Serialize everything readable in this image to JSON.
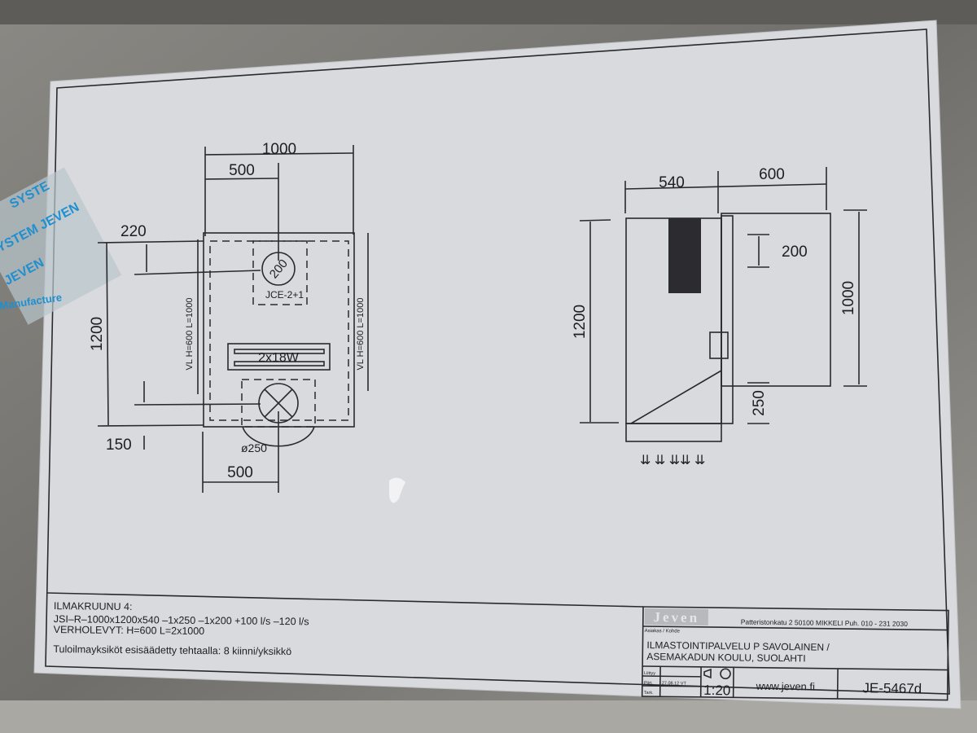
{
  "tape_label": {
    "lines": [
      "SYSTE",
      "SYSTEM JEVEN",
      "JEVEN",
      "Manufacture"
    ]
  },
  "front_view": {
    "dims": {
      "width_total": "1000",
      "offset_top": "500",
      "offset_bottom": "500",
      "top_margin": "220",
      "height": "1200",
      "bottom_margin": "150"
    },
    "labels": {
      "round_diffuser": "200",
      "unit": "JCE-2+1",
      "lamp": "2x18W",
      "diffuser_diameter": "ø250",
      "side_left": "VL  H=600  L=1000",
      "side_right": "VL  H=600  L=1000"
    }
  },
  "side_view": {
    "dims": {
      "depth": "540",
      "panel": "600",
      "height": "1200",
      "panel_height": "1000",
      "upper": "200",
      "lower": "250"
    }
  },
  "notes": {
    "title": "ILMAKRUUNU 4:",
    "line1": "JSI–R–1000x1200x540  –1x250  –1x200  +100  l/s  –120  l/s",
    "line2": "VERHOLEVYT:  H=600  L=2x1000",
    "line3": "Tuloilmayksiköt  esisäädetty  tehtaalla:  8  kiinni/yksikkö"
  },
  "title_block": {
    "logo": "Jeven",
    "address": "Patteristonkatu 2  50100  MIKKELI   Puh. 010 - 231 2030",
    "client_label": "Asiakas / Kohde",
    "client_line1": "ILMASTOINTIPALVELU  P  SAVOLAINEN  /",
    "client_line2": "ASEMAKADUN  KOULU,  SUOLAHTI",
    "row_labels": [
      "Liittyy",
      "Piirt.",
      "Tark."
    ],
    "drawn_date": "27.08.12  VT",
    "scale": "1:20",
    "website": "www.jeven.fi",
    "drawing_number": "JE-5467d"
  }
}
